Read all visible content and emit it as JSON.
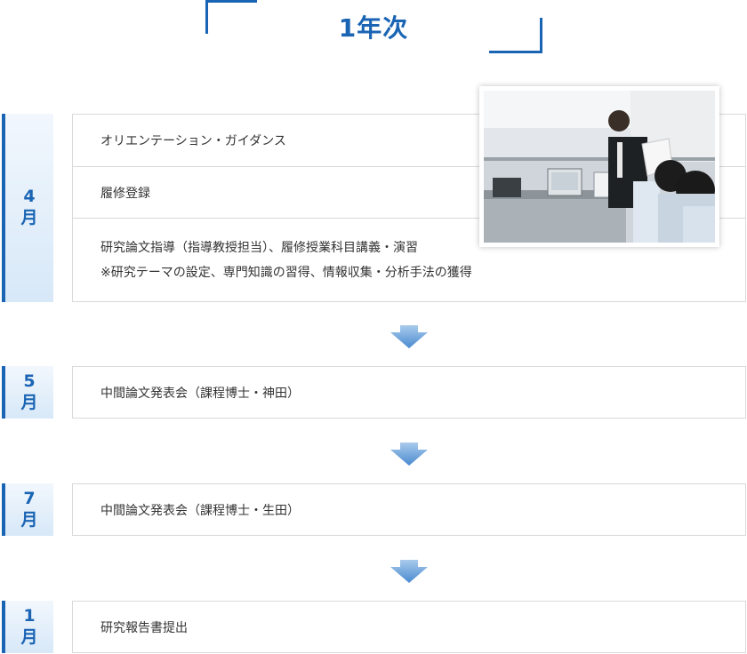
{
  "header": {
    "title": "1年次"
  },
  "schedule": [
    {
      "month_number": "4",
      "month_unit": "月",
      "items": [
        "オリエンテーション・ガイダンス",
        "履修登録",
        "研究論文指導（指導教授担当）、履修授業科目講義・演習",
        "※研究テーマの設定、専門知識の習得、情報収集・分析手法の獲得"
      ]
    },
    {
      "month_number": "5",
      "month_unit": "月",
      "items": [
        "中間論文発表会（課程博士・神田）"
      ]
    },
    {
      "month_number": "7",
      "month_unit": "月",
      "items": [
        "中間論文発表会（課程博士・生田）"
      ]
    },
    {
      "month_number": "1",
      "month_unit": "月",
      "items": [
        "研究報告書提出"
      ]
    }
  ],
  "colors": {
    "accent": "#1a64b4",
    "arrow": "#5b9ad8",
    "border": "#d9d9d9"
  }
}
